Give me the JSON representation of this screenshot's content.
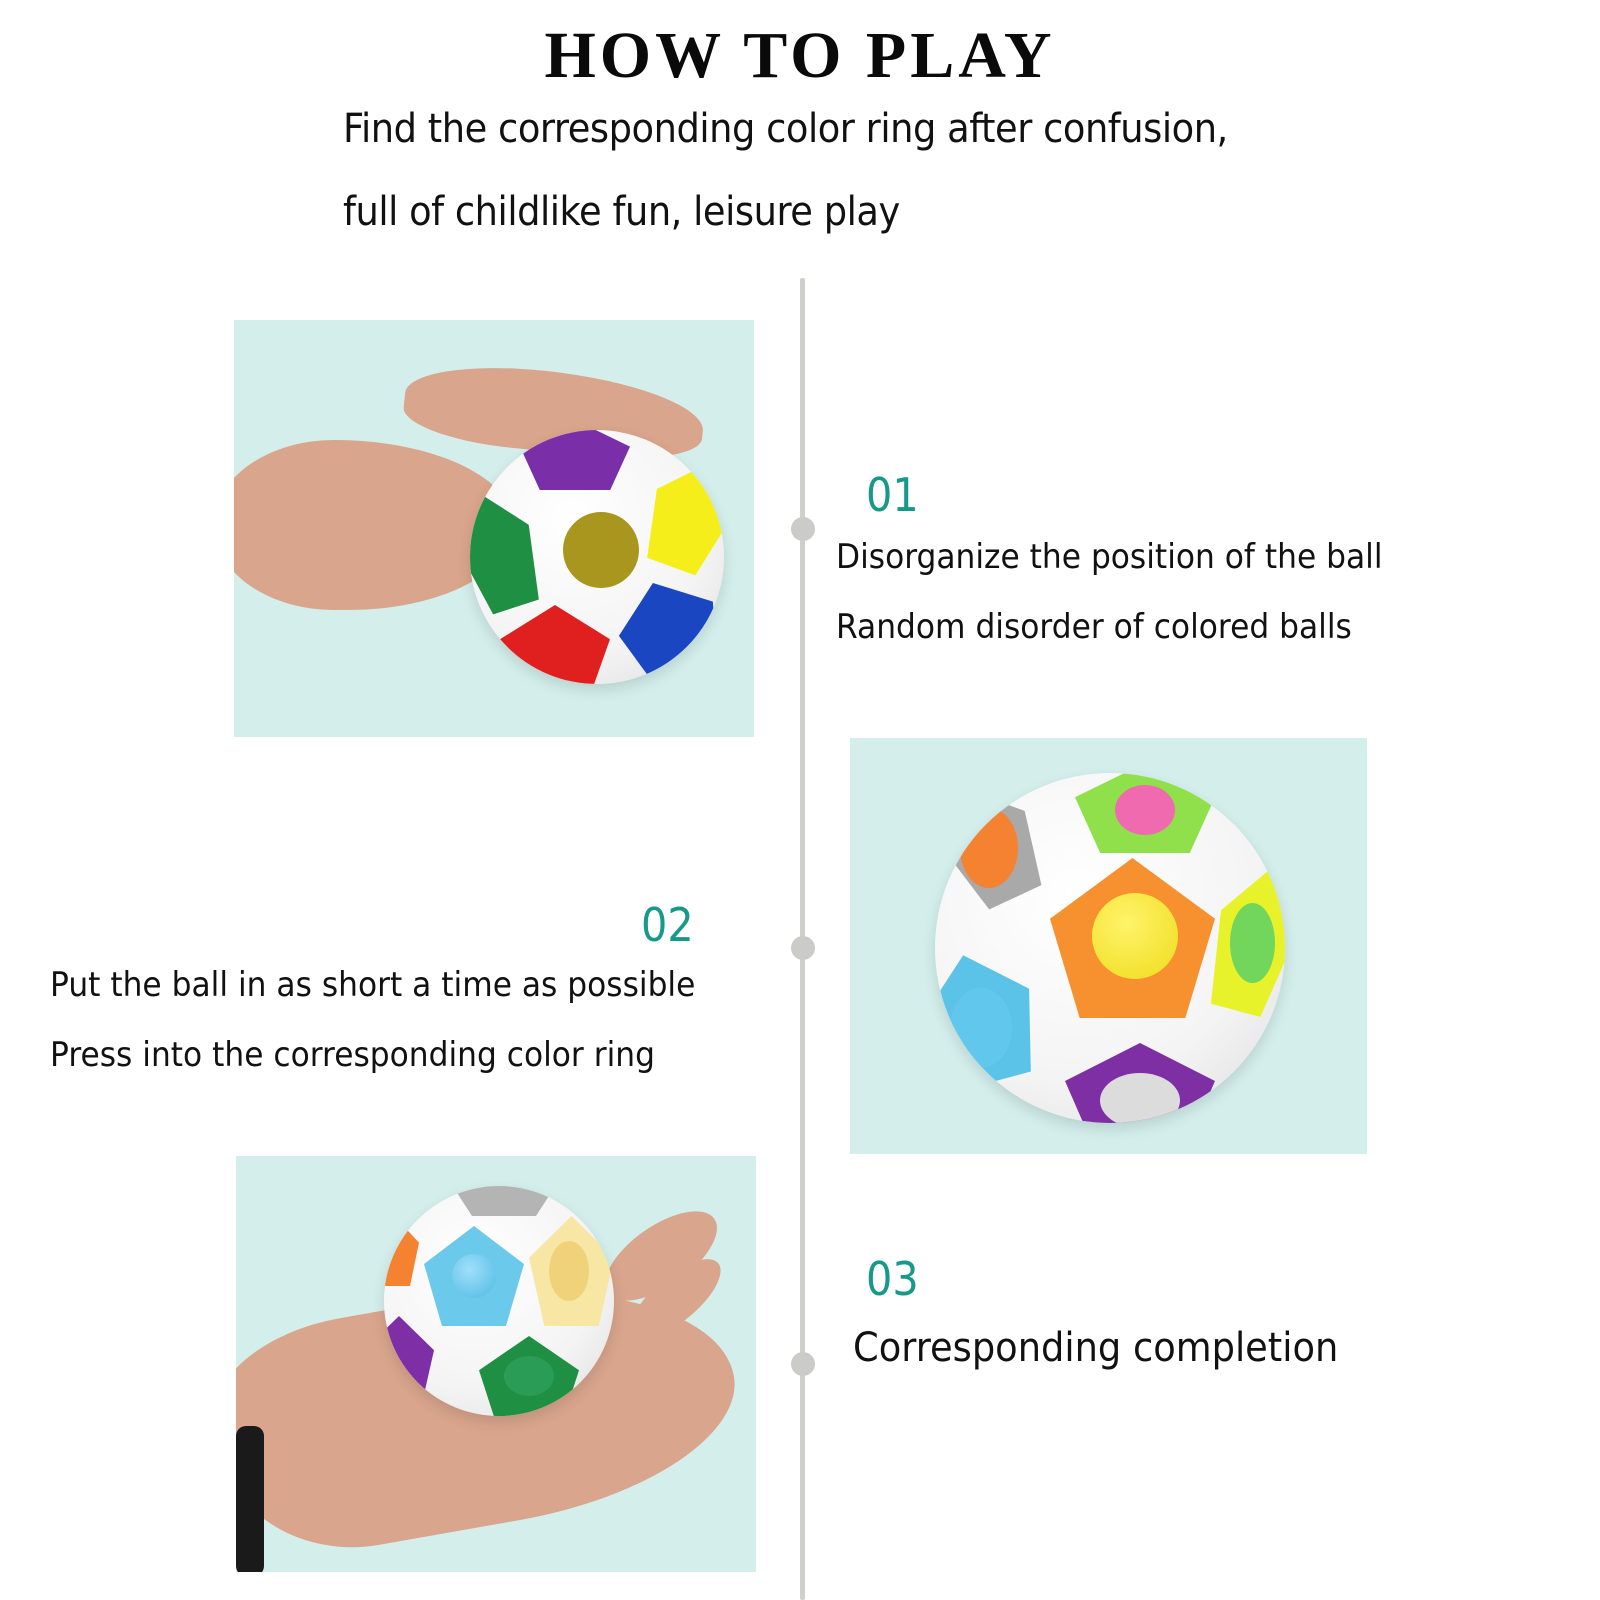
{
  "header": {
    "title": "HOW TO PLAY",
    "subtitle_line1": "Find the corresponding color ring after confusion,",
    "subtitle_line2": "full of childlike fun, leisure play"
  },
  "steps": [
    {
      "number": "01",
      "lines": [
        "Disorganize the position of the ball",
        "Random disorder of colored balls"
      ],
      "image": "hand-holding-rainbow-ball"
    },
    {
      "number": "02",
      "lines": [
        "Put the ball in as short a time as possible",
        "Press into the corresponding color ring"
      ],
      "image": "rainbow-ball-closeup"
    },
    {
      "number": "03",
      "lines": [
        "Corresponding completion"
      ],
      "image": "ball-in-open-palm"
    }
  ],
  "colors": {
    "accent_teal": "#17998a",
    "panel_bg": "#d3eeeb",
    "timeline": "#cfcfcc",
    "text": "#111111"
  }
}
